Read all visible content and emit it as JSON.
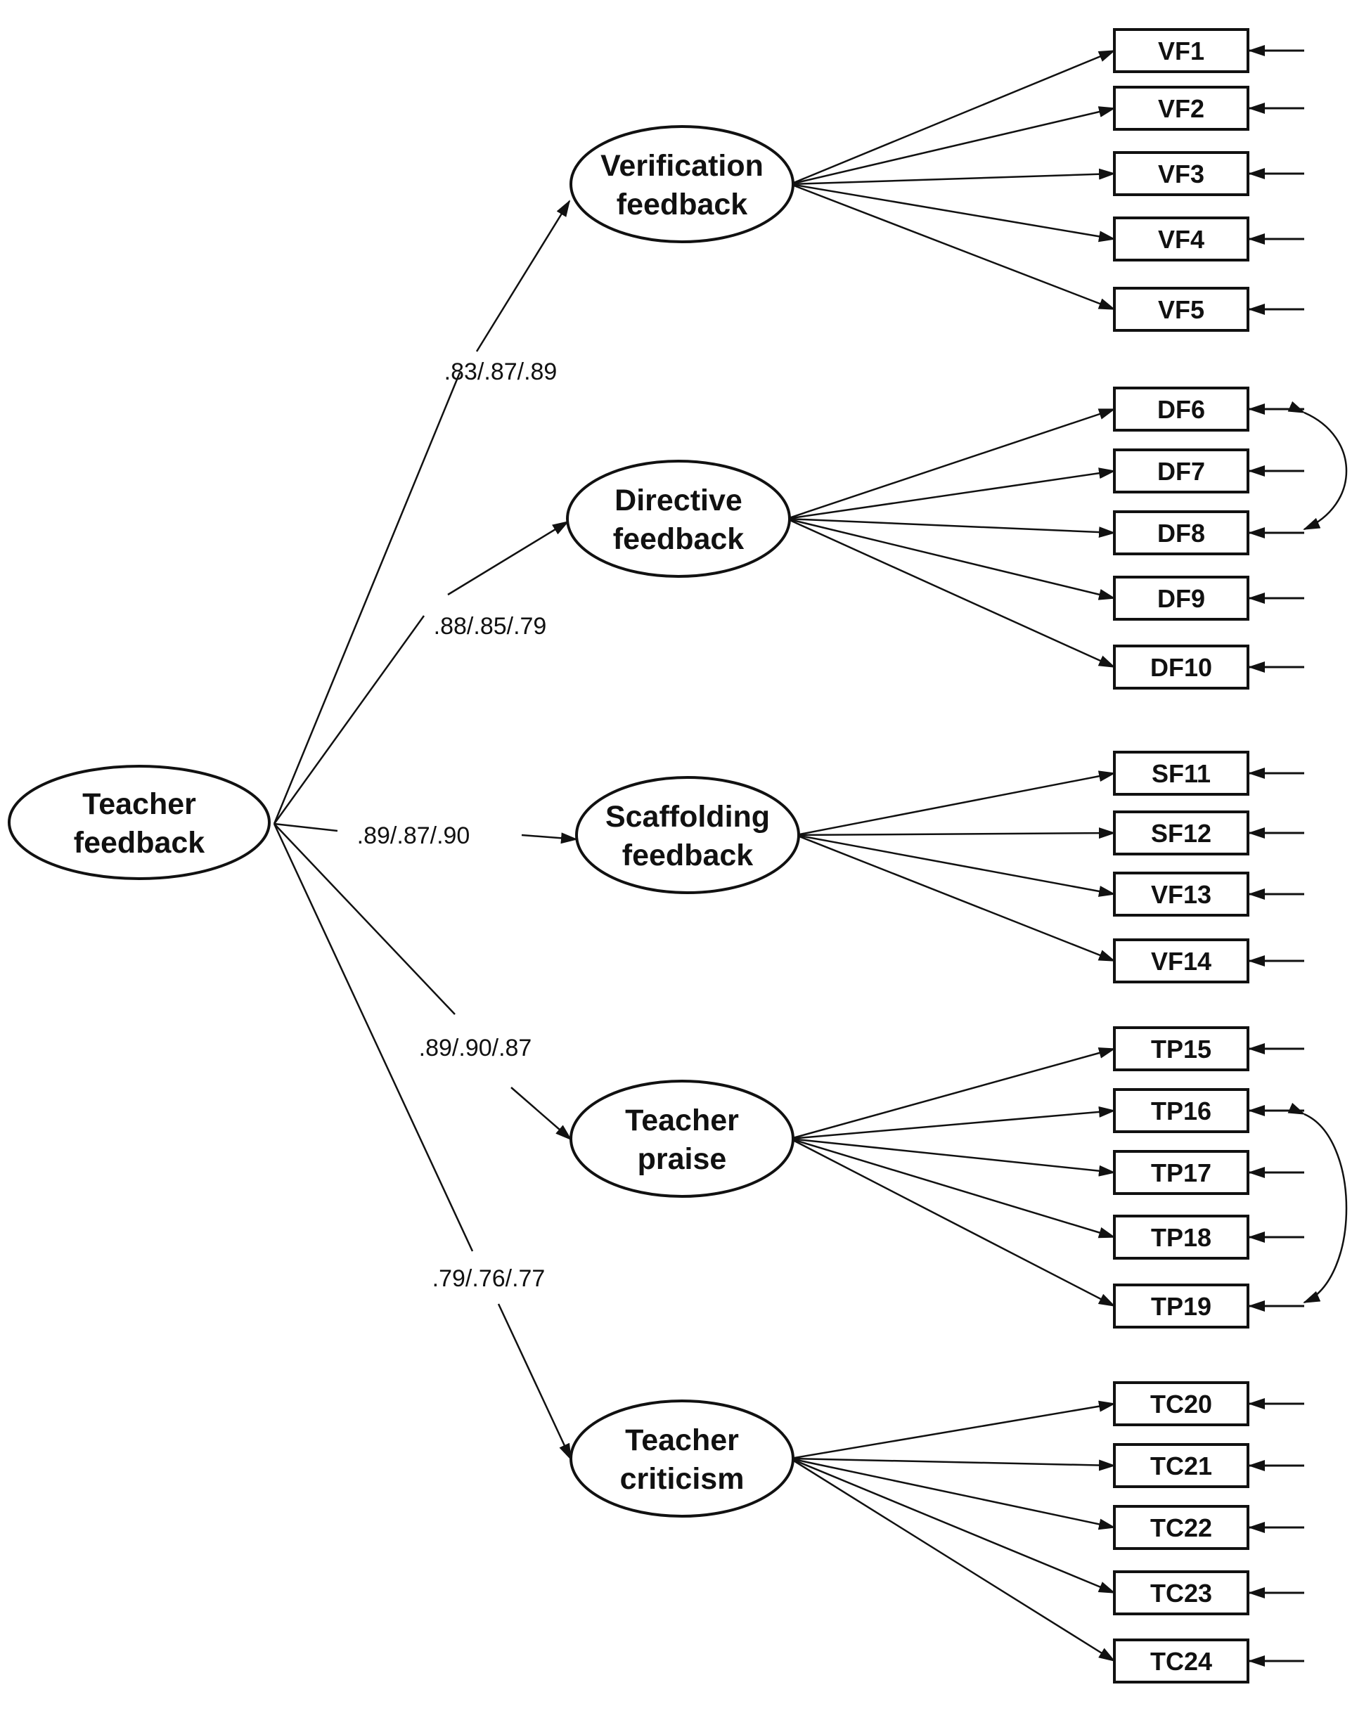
{
  "root": {
    "lines": [
      "Teacher",
      "feedback"
    ]
  },
  "factors": [
    {
      "lines": [
        "Verification",
        "feedback"
      ],
      "loading": ".83/.87/.89",
      "indicators": [
        "VF1",
        "VF2",
        "VF3",
        "VF4",
        "VF5"
      ]
    },
    {
      "lines": [
        "Directive",
        "feedback"
      ],
      "loading": ".88/.85/.79",
      "indicators": [
        "DF6",
        "DF7",
        "DF8",
        "DF9",
        "DF10"
      ]
    },
    {
      "lines": [
        "Scaffolding",
        "feedback"
      ],
      "loading": ".89/.87/.90",
      "indicators": [
        "SF11",
        "SF12",
        "VF13",
        "VF14"
      ]
    },
    {
      "lines": [
        "Teacher",
        "praise"
      ],
      "loading": ".89/.90/.87",
      "indicators": [
        "TP15",
        "TP16",
        "TP17",
        "TP18",
        "TP19"
      ]
    },
    {
      "lines": [
        "Teacher",
        "criticism"
      ],
      "loading": ".79/.76/.77",
      "indicators": [
        "TC20",
        "TC21",
        "TC22",
        "TC23",
        "TC24"
      ]
    }
  ],
  "correlated_errors": [
    {
      "factor": 1,
      "from": "DF6",
      "to": "DF8"
    },
    {
      "factor": 3,
      "from": "TP16",
      "to": "TP19"
    }
  ]
}
